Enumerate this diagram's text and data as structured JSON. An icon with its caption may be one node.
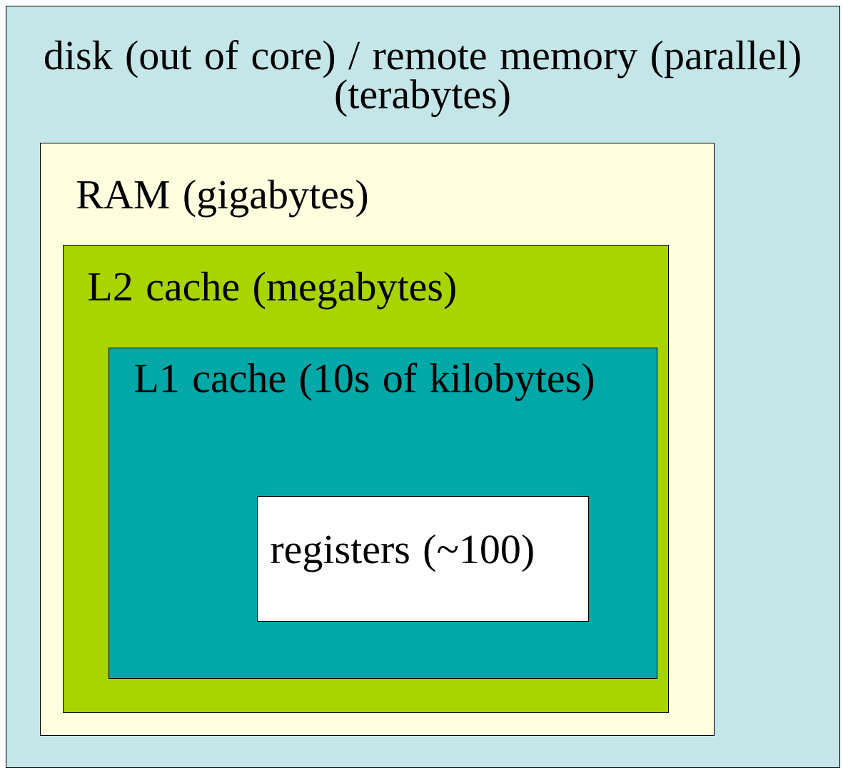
{
  "diagram": {
    "nodes": [
      {
        "text": [
          "disk (out of core) / remote memory (parallel) (terabytes)"
        ]
      },
      {
        "text": [
          "RAM (gigabytes)"
        ],
        "in": 0
      },
      {
        "text": [
          "L2 cache (megabytes)"
        ],
        "in": 1
      },
      {
        "text": [
          "L1 cache (10s of kilobytes)"
        ],
        "in": 2
      },
      {
        "text": [
          "registers (~100)"
        ],
        "in": 3
      }
    ]
  }
}
